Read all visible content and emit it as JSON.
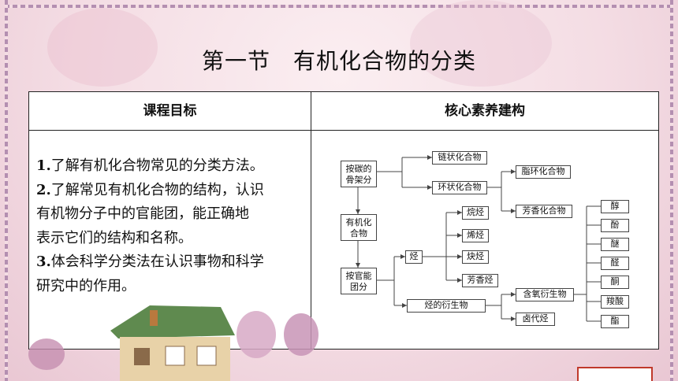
{
  "title": "第一节　有机化合物的分类",
  "table": {
    "col1_header": "课程目标",
    "col2_header": "核心素养建构",
    "goals": [
      {
        "num": "1.",
        "text": "了解有机化合物常见的分类方法。"
      },
      {
        "num": "2.",
        "text": "了解常见有机化合物的结构，认识"
      },
      {
        "num": "",
        "text": "有机物分子中的官能团，能正确地"
      },
      {
        "num": "",
        "text": "表示它们的结构和名称。"
      },
      {
        "num": "3.",
        "text": "体会科学分类法在认识事物和科学"
      },
      {
        "num": "",
        "text": "研究中的作用。"
      }
    ]
  },
  "diagram": {
    "root": "有机化\n合物",
    "by_skeleton": "按碳的\n骨架分",
    "chain": "链状化合物",
    "ring": "环状化合物",
    "alicyclic": "脂环化合物",
    "aromatic_compound": "芳香化合物",
    "by_group": "按官能\n团分",
    "hydrocarbon": "烃",
    "alkane": "烷烃",
    "alkene": "烯烃",
    "alkyne": "炔烃",
    "aromatic_hc": "芳香烃",
    "derivative": "烃的衍生物",
    "oxygen_derivative": "含氧衍生物",
    "halo_hc": "卤代烃",
    "o_classes": [
      "醇",
      "酚",
      "醚",
      "醛",
      "酮",
      "羧酸",
      "酯"
    ]
  },
  "colors": {
    "border": "#222222",
    "background": "#f4dde4",
    "frame": "#b48fb1"
  }
}
